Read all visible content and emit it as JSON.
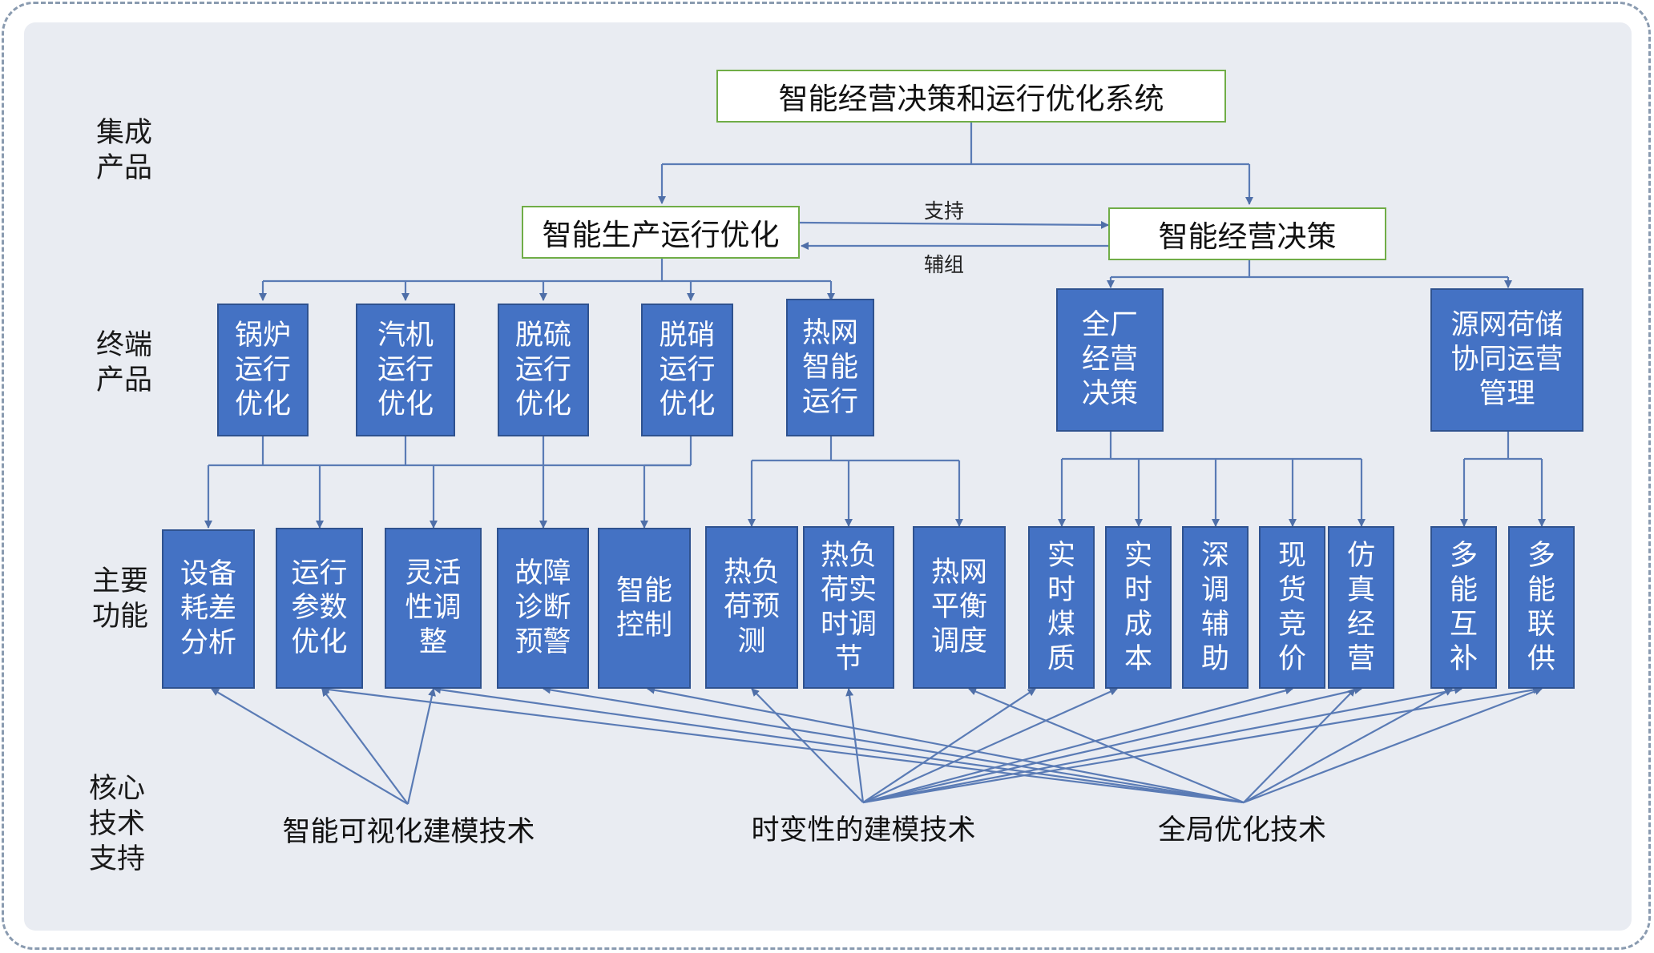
{
  "row_labels": {
    "integrated": [
      "集成",
      "产品"
    ],
    "terminal": [
      "终端",
      "产品"
    ],
    "function": [
      "主要",
      "功能"
    ],
    "core": [
      "核心",
      "技术",
      "支持"
    ]
  },
  "top": "智能经营决策和运行优化系统",
  "level2": {
    "left": "智能生产运行优化",
    "right": "智能经营决策",
    "support_label": "支持",
    "assist_label": "辅组"
  },
  "terminal_products": [
    "锅炉\n运行\n优化",
    "汽机\n运行\n优化",
    "脱硫\n运行\n优化",
    "脱硝\n运行\n优化",
    "热网\n智能\n运行",
    "全厂\n经营\n决策",
    "源网荷储\n协同运营\n管理"
  ],
  "functions": [
    "设备\n耗差\n分析",
    "运行\n参数\n优化",
    "灵活\n性调\n整",
    "故障\n诊断\n预警",
    "智能\n控制",
    "热负\n荷预\n测",
    "热负\n荷实\n时调\n节",
    "热网\n平衡\n调度",
    "实\n时\n煤\n质",
    "实\n时\n成\n本",
    "深\n调\n辅\n助",
    "现\n货\n竞\n价",
    "仿\n真\n经\n营",
    "多\n能\n互\n补",
    "多\n能\n联\n供"
  ],
  "technologies": [
    "智能可视化建模技术",
    "时变性的建模技术",
    "全局优化技术"
  ],
  "colors": {
    "box_blue": "#4472c4",
    "box_border_green": "#70ad47",
    "line": "#5a7bb5"
  }
}
